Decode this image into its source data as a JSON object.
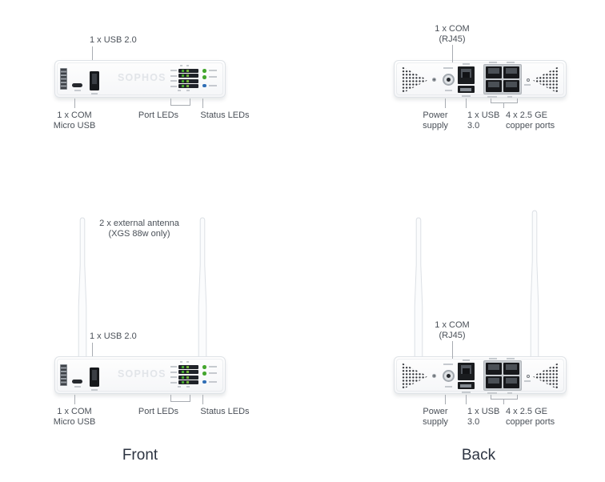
{
  "brand": "SOPHOS",
  "captions": {
    "front": "Front",
    "back": "Back"
  },
  "front_labels": {
    "usb2": "1 x USB 2.0",
    "com_1": "1 x COM",
    "com_2": "Micro USB",
    "port_leds": "Port LEDs",
    "status_leds": "Status LEDs"
  },
  "back_labels": {
    "com_1": "1 x COM",
    "com_2": "(RJ45)",
    "power_1": "Power",
    "power_2": "supply",
    "usb3_1": "1 x USB",
    "usb3_2": "3.0",
    "copper_1": "4 x 2.5 GE",
    "copper_2": "copper ports"
  },
  "antenna_label": {
    "line1": "2 x external antenna",
    "line2": "(XGS 88w only)"
  },
  "colors": {
    "led_green": "#44a62e",
    "led_blue": "#2f6eb5",
    "label_text": "#4a5058",
    "caption_text": "#2d3442",
    "leader_line": "#a8acb2",
    "device_border": "#dfe3e7",
    "logo_gray": "#e2e5e9",
    "port_black": "#17191c"
  }
}
